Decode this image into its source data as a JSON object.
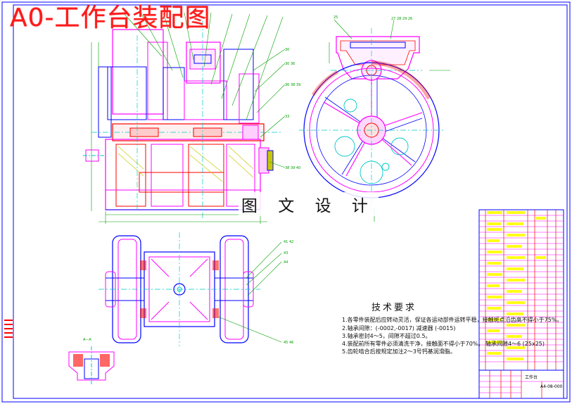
{
  "drawing": {
    "title": "A0-工作台装配图",
    "watermark": "图 文 设 计",
    "requirements_title": "技术要求",
    "requirements": [
      "1.各零件装配后应转动灵活，保证各运动部件运转平稳，接触斑点沿齿高不得小于75%。",
      "2.轴承间隙：(-0002,-0017) 减速器 (-0015)",
      "3.轴承密封4～5，间隙不超过0.5。",
      "4.装配前所有零件必须清洗干净，接触面不得小于70%。 轴承间隙4～6 (25x25)",
      "5.齿轮啮合后按规定加注2～3号钙基润滑脂。"
    ],
    "title_block_name": "工作台",
    "title_block_code": "A4-08-000"
  },
  "colors": {
    "outline": "#0000ff",
    "main": "#ff00ff",
    "center": "#00c8c8",
    "section": "#ff0000",
    "hatch": "#c8c800",
    "leader": "#00a000",
    "title": "#ff1a1a",
    "table_fill": "#ffff00"
  }
}
